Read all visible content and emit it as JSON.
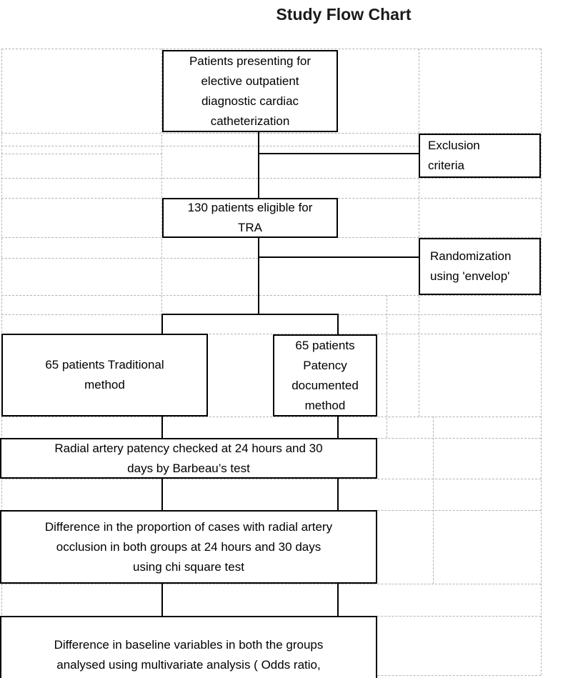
{
  "title": "Study Flow Chart",
  "flowchart": {
    "nodes": {
      "patients_presenting": {
        "lines": [
          "Patients presenting for",
          "elective outpatient",
          "diagnostic cardiac",
          "catheterization"
        ]
      },
      "exclusion": {
        "lines": [
          "Exclusion",
          "criteria"
        ]
      },
      "eligible": {
        "lines": [
          "130 patients eligible for",
          "TRA"
        ]
      },
      "randomization": {
        "lines": [
          "Randomization",
          "using 'envelop'"
        ]
      },
      "traditional": {
        "lines": [
          "65 patients Traditional",
          "method"
        ]
      },
      "patency_documented": {
        "lines": [
          "65 patients",
          "Patency",
          "documented",
          "method"
        ]
      },
      "barbeau": {
        "lines": [
          "Radial artery patency checked at 24 hours and 30",
          "days by Barbeau’s test"
        ]
      },
      "chi_square": {
        "lines": [
          "Difference in the proportion of cases with radial artery",
          "occlusion in both groups at 24 hours and 30 days",
          "using chi square test"
        ]
      },
      "multivariate": {
        "lines": [
          "Difference in baseline variables in both the groups",
          "analysed using multivariate analysis ( Odds ratio,"
        ]
      }
    }
  },
  "colors": {
    "line": "#000000",
    "grid": "#b3b3b3",
    "text": "#000000",
    "background": "#ffffff"
  }
}
